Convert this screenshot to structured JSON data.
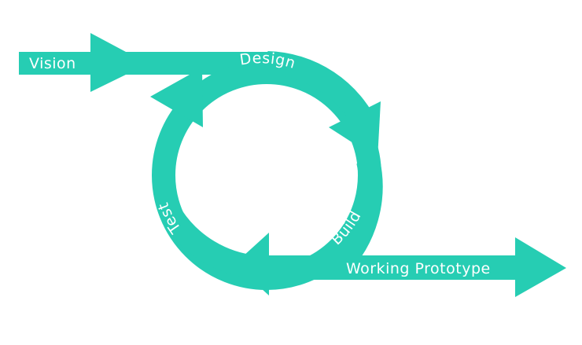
{
  "diagram": {
    "color": "#26CDB3",
    "background": "#FFFFFF",
    "labels": {
      "vision": "Vision",
      "design": "Design",
      "build": "Build",
      "test": "Test",
      "working_prototype": "Working Prototype"
    }
  }
}
